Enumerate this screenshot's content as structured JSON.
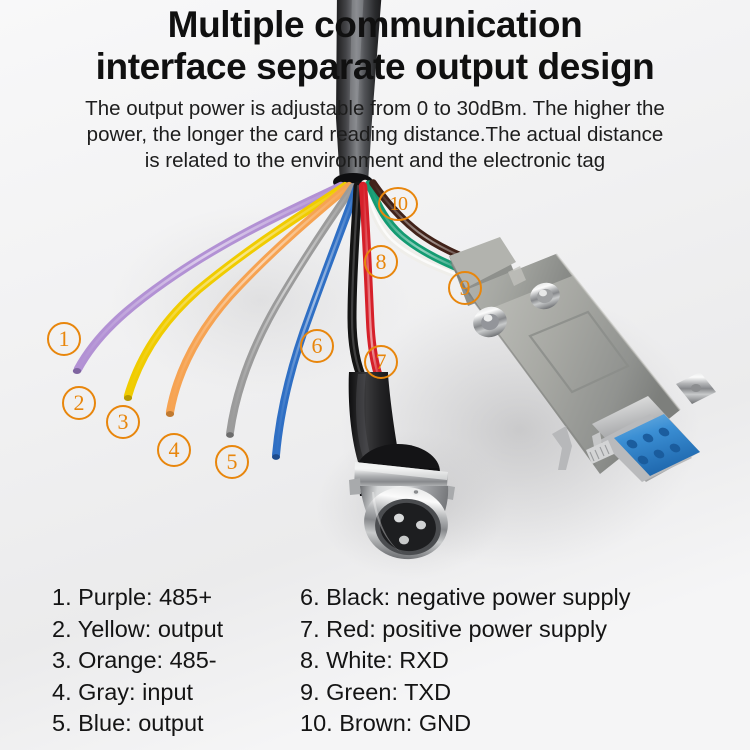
{
  "header": {
    "title_lines": [
      "Multiple communication",
      "interface separate output design"
    ],
    "subtitle_lines": [
      "The output power is adjustable from 0 to 30dBm. The higher the",
      "power, the longer the card reading distance.The actual distance",
      "is related to the environment and the electronic tag"
    ]
  },
  "callouts": [
    {
      "number": "1",
      "wire": "purple"
    },
    {
      "number": "2",
      "wire": "yellow"
    },
    {
      "number": "3",
      "wire": "orange"
    },
    {
      "number": "4",
      "wire": "gray"
    },
    {
      "number": "5",
      "wire": "blue"
    },
    {
      "number": "6",
      "wire": "black"
    },
    {
      "number": "7",
      "wire": "red"
    },
    {
      "number": "8",
      "wire": "white"
    },
    {
      "number": "9",
      "wire": "green"
    },
    {
      "number": "10",
      "wire": "brown"
    }
  ],
  "legend": {
    "left_column": [
      "1. Purple: 485+",
      "2. Yellow: output",
      "3. Orange: 485-",
      "4. Gray: input",
      "5. Blue: output"
    ],
    "right_column": [
      "6. Black: negative power supply",
      "7. Red: positive power supply",
      "8. White: RXD",
      "9. Green: TXD",
      "10. Brown: GND"
    ]
  },
  "colors": {
    "accent_orange": "#e8860c",
    "background": "#f2f2f3",
    "title_text": "#101010",
    "wire_purple": "#b291d4",
    "wire_yellow": "#f0cc00",
    "wire_orange": "#f6a352",
    "wire_gray": "#9b9b9b",
    "wire_blue": "#2f6fc4",
    "wire_black": "#141414",
    "wire_red": "#d6202a",
    "wire_white": "#efeeea",
    "wire_green": "#149b72",
    "wire_brown": "#412219",
    "cable_sheath": "#2d2d2f",
    "connector_hood": "#a9aaa6",
    "connector_insulator": "#3b8fd4",
    "connector_metal": "#c9cacb"
  },
  "photo": {
    "subject": "multi-wire cable harness with DB9 serial connector and circular aviation connector"
  }
}
